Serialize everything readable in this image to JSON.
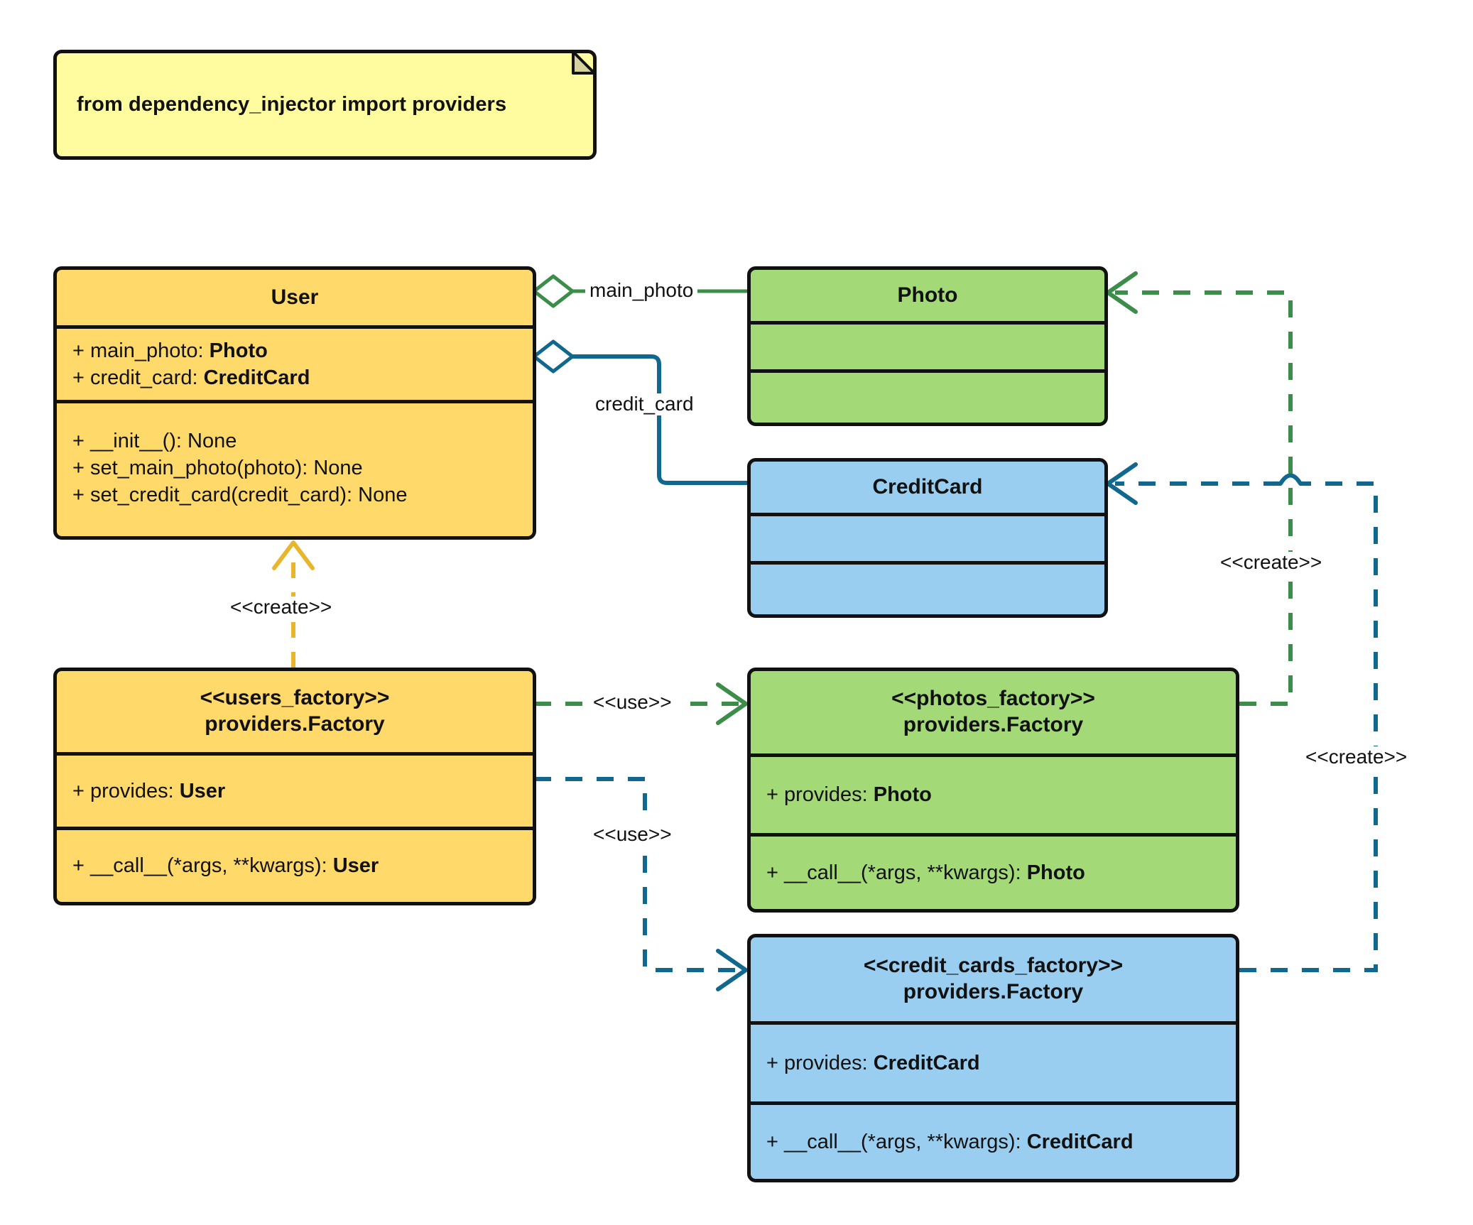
{
  "diagram": {
    "title": "Dependency Injector Factory providers UML class diagram",
    "colors": {
      "yellow": "#FFDA6B",
      "green": "#A3D977",
      "blue": "#99CEF0",
      "note": "#FFFCA0",
      "outline": "#111111",
      "green_edge": "#3C8C4A",
      "blue_edge": "#11688F",
      "yellow_edge": "#E8B62C"
    }
  },
  "note": {
    "text": "from dependency_injector import providers"
  },
  "classes": {
    "user": {
      "title": "User",
      "attributes": [
        {
          "prefix": "+ main_photo: ",
          "type": "Photo"
        },
        {
          "prefix": "+ credit_card: ",
          "type": "CreditCard"
        }
      ],
      "methods": [
        {
          "prefix": "+ __init__(): None",
          "type": ""
        },
        {
          "prefix": "+ set_main_photo(photo): None",
          "type": ""
        },
        {
          "prefix": "+ set_credit_card(credit_card): None",
          "type": ""
        }
      ]
    },
    "photo": {
      "title": "Photo",
      "attributes": [],
      "methods": []
    },
    "credit_card": {
      "title": "CreditCard",
      "attributes": [],
      "methods": []
    },
    "users_factory": {
      "stereotype": "<<users_factory>>",
      "title": "providers.Factory",
      "attributes": [
        {
          "prefix": "+ provides: ",
          "type": "User"
        }
      ],
      "methods": [
        {
          "prefix": "+ __call__(*args, **kwargs): ",
          "type": "User"
        }
      ]
    },
    "photos_factory": {
      "stereotype": "<<photos_factory>>",
      "title": "providers.Factory",
      "attributes": [
        {
          "prefix": "+ provides: ",
          "type": "Photo"
        }
      ],
      "methods": [
        {
          "prefix": "+ __call__(*args, **kwargs): ",
          "type": "Photo"
        }
      ]
    },
    "credit_cards_factory": {
      "stereotype": "<<credit_cards_factory>>",
      "title": "providers.Factory",
      "attributes": [
        {
          "prefix": "+ provides: ",
          "type": "CreditCard"
        }
      ],
      "methods": [
        {
          "prefix": "+ __call__(*args, **kwargs): ",
          "type": "CreditCard"
        }
      ]
    }
  },
  "edges": {
    "main_photo_label": "main_photo",
    "credit_card_label": "credit_card",
    "create_user_label": "<<create>>",
    "use_photos_label": "<<use>>",
    "use_credit_cards_label": "<<use>>",
    "create_photo_label": "<<create>>",
    "create_credit_card_label": "<<create>>"
  }
}
